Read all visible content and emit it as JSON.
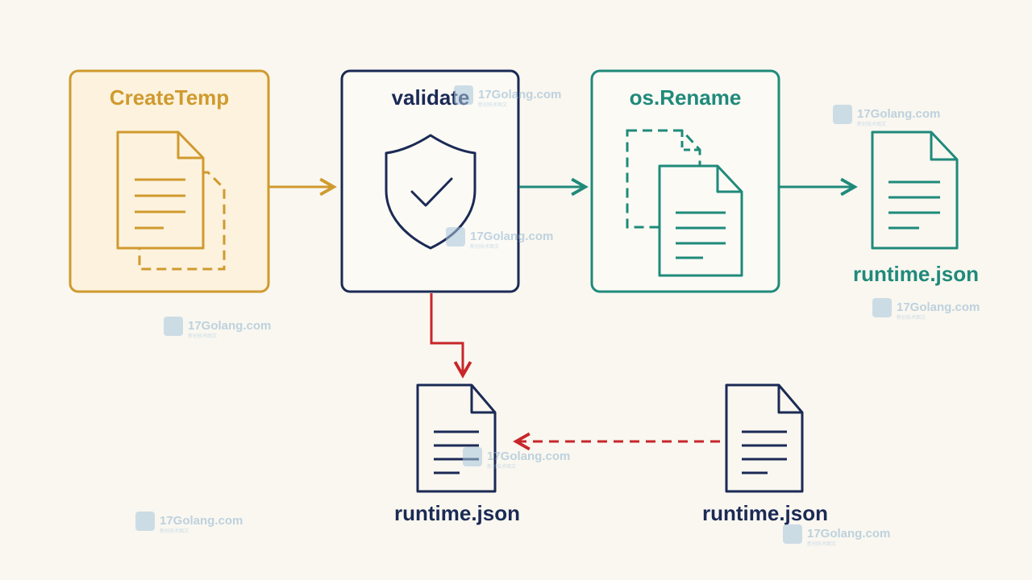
{
  "colors": {
    "background": "#f9f7f0",
    "create_stroke": "#d09a2e",
    "create_fill": "#fbf1dc",
    "validate_stroke": "#1b2a55",
    "rename_stroke": "#1f8a7a",
    "error_arrow": "#c8262a",
    "watermark": "#a9c6dd"
  },
  "nodes": {
    "create_temp": {
      "label": "CreateTemp"
    },
    "validate": {
      "label": "validate"
    },
    "rename": {
      "label": "os.Rename"
    },
    "output": {
      "label": "runtime.json"
    },
    "failed_file": {
      "label": "runtime.json"
    },
    "original_file": {
      "label": "runtime.json"
    }
  },
  "watermarks": [
    {
      "text": "17Golang.com",
      "sub": "新创技术图文"
    },
    {
      "text": "17Golang.com",
      "sub": "新创技术图文"
    },
    {
      "text": "17Golang.com",
      "sub": "新创技术图文"
    },
    {
      "text": "17Golang.com",
      "sub": "新创技术图文"
    },
    {
      "text": "17Golang.com",
      "sub": "新创技术图文"
    },
    {
      "text": "17Golang.com",
      "sub": "新创技术图文"
    },
    {
      "text": "17Golang.com",
      "sub": "新创技术图文"
    },
    {
      "text": "17Golang.com",
      "sub": "新创技术图文"
    }
  ]
}
